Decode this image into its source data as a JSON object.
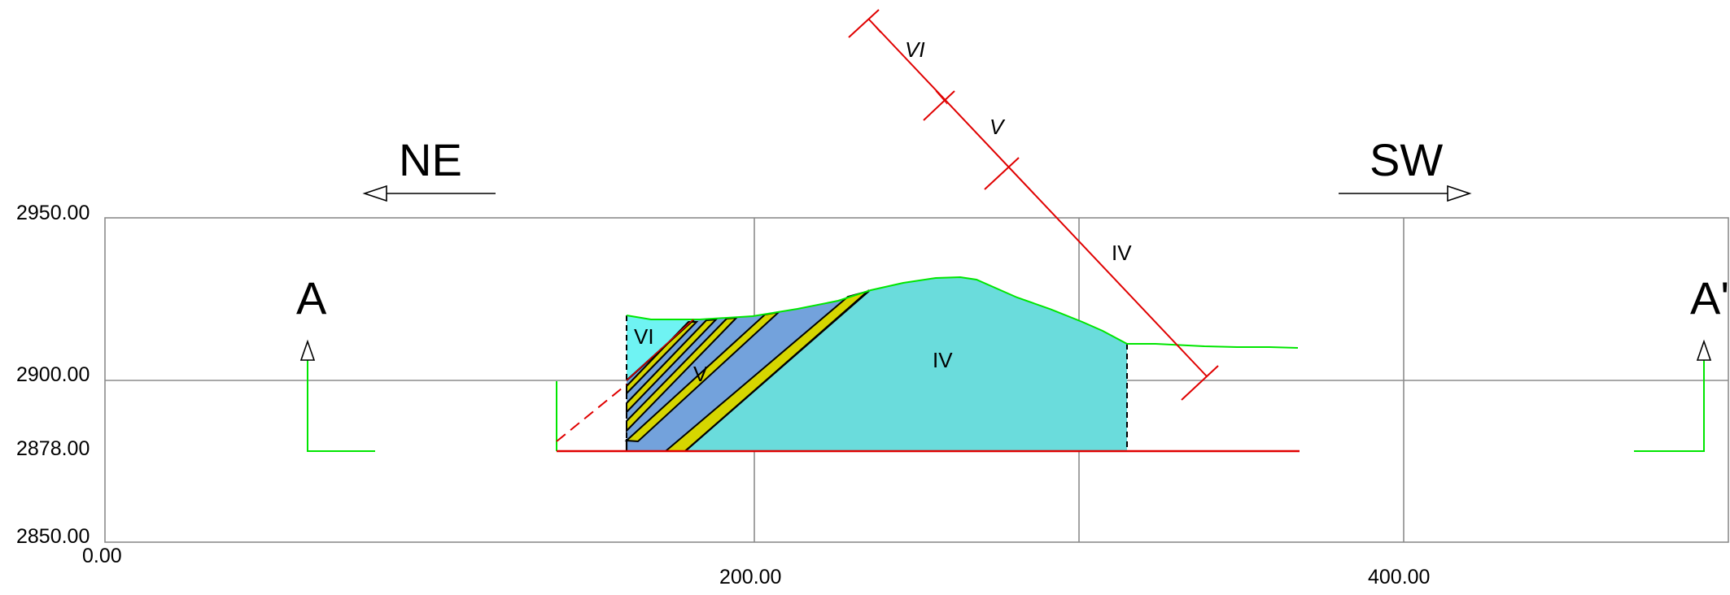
{
  "directions": {
    "left": "NE",
    "right": "SW"
  },
  "section_labels": {
    "start": "A",
    "end": "A'"
  },
  "y_axis_labels": [
    "2950.00",
    "2900.00",
    "2878.00",
    "2850.00"
  ],
  "x_axis_labels": [
    "0.00",
    "200.00",
    "400.00"
  ],
  "zone_labels": {
    "vi_small": "VI",
    "v_small": "V",
    "iv_main": "IV"
  },
  "depth_line_labels": {
    "vi": "VI",
    "v": "V",
    "iv": "IV"
  },
  "colors": {
    "grid": "#8c8c8c",
    "ground_line": "#00e600",
    "base_line": "#e00000",
    "zone_vi": "#6ff3f3",
    "zone_v": "#73a2dc",
    "zone_iv": "#6adcdc",
    "stripe": "#d6d600"
  }
}
